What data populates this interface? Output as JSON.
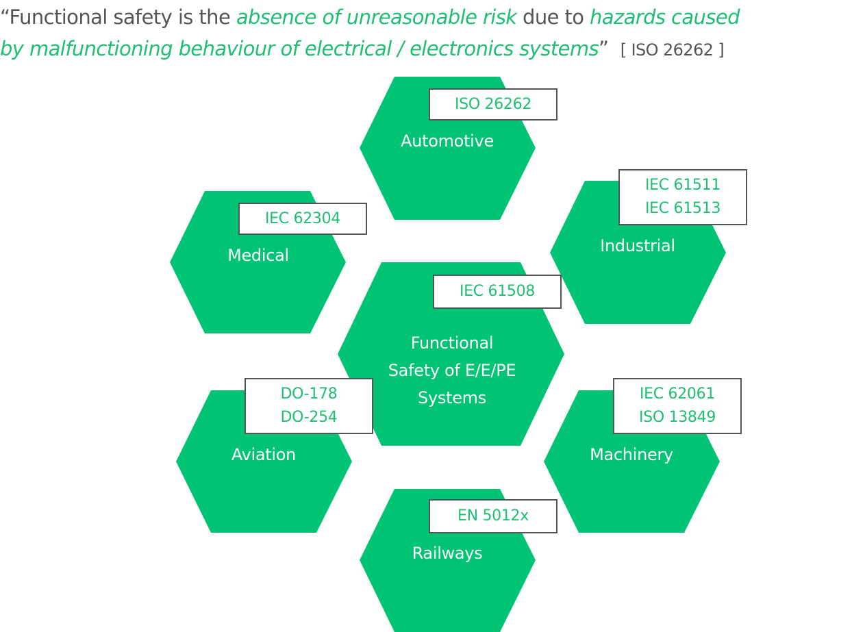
{
  "quote": {
    "open_mark": "“",
    "part1": "Functional safety is the ",
    "emph1": "absence of unreasonable risk",
    "part2": " due to ",
    "emph2": "hazards caused",
    "emph3": "by malfunctioning behaviour of electrical / electronics systems",
    "close_mark": "”",
    "reference": "[ ISO 26262 ]"
  },
  "colors": {
    "hex_fill": "#00c373",
    "accent_text": "#1fbf72",
    "body_text": "#555555",
    "box_border": "#555555"
  },
  "hexagons": [
    {
      "id": "automotive",
      "label": "Automotive",
      "standards": [
        "ISO 26262"
      ]
    },
    {
      "id": "medical",
      "label": "Medical",
      "standards": [
        "IEC 62304"
      ]
    },
    {
      "id": "industrial",
      "label": "Industrial",
      "standards": [
        "IEC 61511",
        "IEC 61513"
      ]
    },
    {
      "id": "center",
      "label_lines": [
        "Functional",
        "Safety of E/E/PE",
        "Systems"
      ],
      "standards": [
        "IEC 61508"
      ]
    },
    {
      "id": "aviation",
      "label": "Aviation",
      "standards": [
        "DO-178",
        "DO-254"
      ]
    },
    {
      "id": "machinery",
      "label": "Machinery",
      "standards": [
        "IEC 62061",
        "ISO 13849"
      ]
    },
    {
      "id": "railways",
      "label": "Railways",
      "standards": [
        "EN 5012x"
      ]
    }
  ]
}
